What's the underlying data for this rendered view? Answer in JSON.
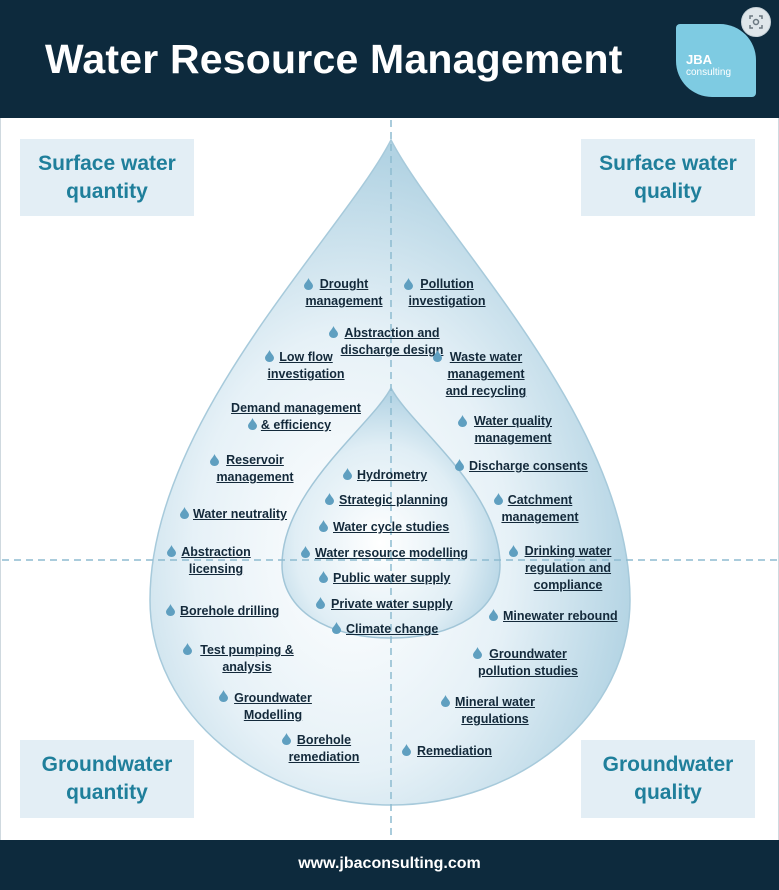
{
  "header": {
    "title": "Water Resource Management"
  },
  "logo": {
    "name": "JBA",
    "sub": "consulting"
  },
  "quadrants": {
    "top_left": "Surface water quantity",
    "top_right": "Surface water quality",
    "bottom_left": "Groundwater quantity",
    "bottom_right": "Groundwater quality"
  },
  "items": {
    "drought": "Drought management",
    "pollution": "Pollution investigation",
    "abstraction_discharge": "Abstraction and discharge design",
    "low_flow": "Low flow investigation",
    "waste_water": "Waste water management and recycling",
    "demand": "Demand management & efficiency",
    "wq_management": "Water quality management",
    "reservoir": "Reservoir management",
    "discharge_consents": "Discharge consents",
    "water_neutrality": "Water neutrality",
    "catchment": "Catchment management",
    "abstraction_licensing": "Abstraction licensing",
    "drinking_water": "Drinking water regulation and compliance",
    "borehole_drilling": "Borehole drilling",
    "minewater": "Minewater rebound",
    "test_pumping": "Test pumping & analysis",
    "gw_pollution": "Groundwater pollution studies",
    "gw_modelling": "Groundwater Modelling",
    "mineral_water": "Mineral water regulations",
    "borehole_remediation": "Borehole remediation",
    "remediation": "Remediation"
  },
  "inner_items": {
    "hydrometry": "Hydrometry",
    "strategic": "Strategic planning",
    "water_cycle": "Water cycle studies",
    "wr_modelling": "Water resource modelling",
    "public_supply": "Public water supply",
    "private_supply": "Private water supply",
    "climate": "Climate change"
  },
  "footer": {
    "url": "www.jbaconsulting.com"
  },
  "colors": {
    "navy": "#0d2a3d",
    "teal_text": "#1f7f9b",
    "box_bg": "#e3eef5",
    "logo": "#7ecbe2"
  }
}
